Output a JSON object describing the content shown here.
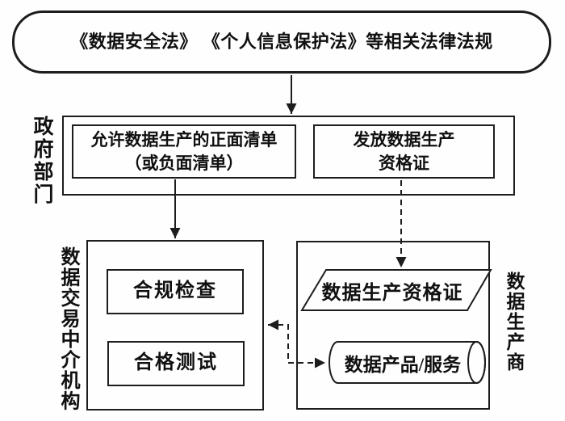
{
  "colors": {
    "line": "#1d1d1d",
    "background": "#fefefe",
    "text": "#101010"
  },
  "top_node": {
    "label": "《数据安全法》 《个人信息保护法》等相关法律法规"
  },
  "government": {
    "side_label": "政府部门",
    "positive_list_box": {
      "line1": "允许数据生产的正面清单",
      "line2": "（或负面清单）"
    },
    "license_box": {
      "line1": "发放数据生产",
      "line2": "资格证"
    }
  },
  "intermediary": {
    "side_label": "数据交易中介机构",
    "compliance_box": "合规检查",
    "test_box": "合格测试"
  },
  "producer": {
    "side_label": "数据生产商",
    "license_parallelogram": "数据生产资格证",
    "product_cylinder": "数据产品/服务"
  }
}
